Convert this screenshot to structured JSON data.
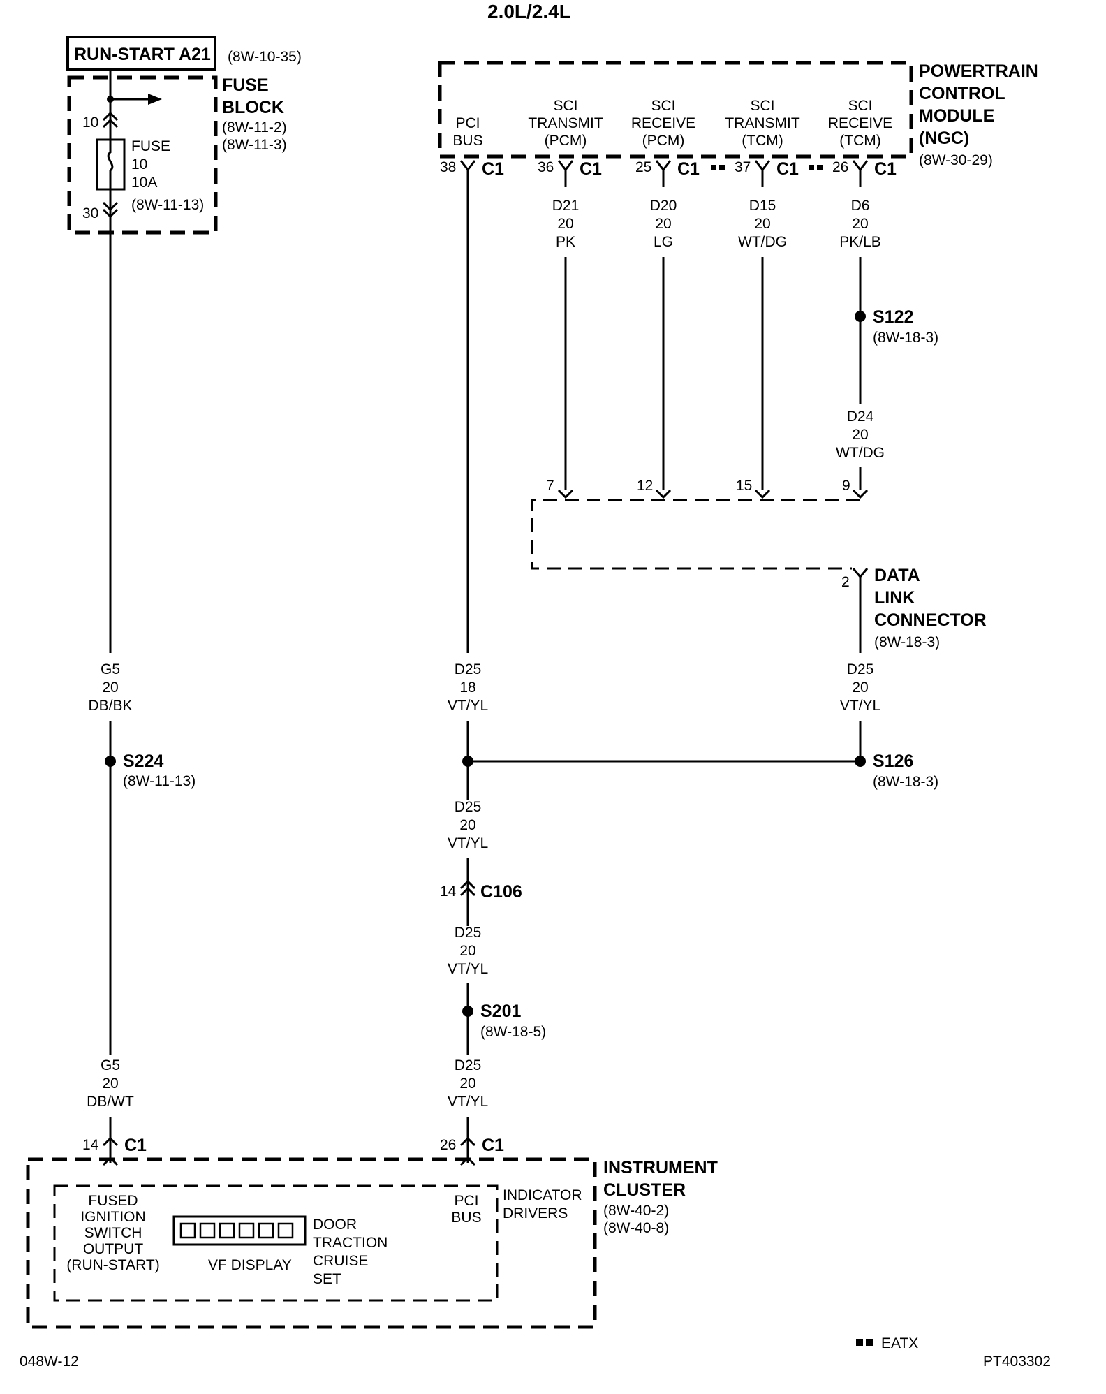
{
  "header": {
    "title": "2.0L/2.4L"
  },
  "fuse_block": {
    "source_label": "RUN-START A21",
    "source_ref": "(8W-10-35)",
    "title_line1": "FUSE",
    "title_line2": "BLOCK",
    "ref1": "(8W-11-2)",
    "ref2": "(8W-11-3)",
    "pin_in": "10",
    "pin_out": "30",
    "fuse_line1": "FUSE",
    "fuse_line2": "10",
    "fuse_line3": "10A",
    "fuse_ref": "(8W-11-13)"
  },
  "pcm": {
    "title_line1": "POWERTRAIN",
    "title_line2": "CONTROL",
    "title_line3": "MODULE",
    "title_line4": "(NGC)",
    "ref": "(8W-30-29)",
    "connector": "C1",
    "pins": [
      {
        "line1": "PCI",
        "line2": "BUS",
        "line3": "",
        "pin": "38",
        "eatx": false
      },
      {
        "line1": "SCI",
        "line2": "TRANSMIT",
        "line3": "(PCM)",
        "pin": "36",
        "eatx": false
      },
      {
        "line1": "SCI",
        "line2": "RECEIVE",
        "line3": "(PCM)",
        "pin": "25",
        "eatx": false
      },
      {
        "line1": "SCI",
        "line2": "TRANSMIT",
        "line3": "(TCM)",
        "pin": "37",
        "eatx": true
      },
      {
        "line1": "SCI",
        "line2": "RECEIVE",
        "line3": "(TCM)",
        "pin": "26",
        "eatx": true
      }
    ]
  },
  "wires": {
    "g5_upper": {
      "circuit": "G5",
      "gauge": "20",
      "color": "DB/BK"
    },
    "g5_lower": {
      "circuit": "G5",
      "gauge": "20",
      "color": "DB/WT"
    },
    "d21": {
      "circuit": "D21",
      "gauge": "20",
      "color": "PK"
    },
    "d20": {
      "circuit": "D20",
      "gauge": "20",
      "color": "LG"
    },
    "d15": {
      "circuit": "D15",
      "gauge": "20",
      "color": "WT/DG"
    },
    "d6": {
      "circuit": "D6",
      "gauge": "20",
      "color": "PK/LB"
    },
    "d24": {
      "circuit": "D24",
      "gauge": "20",
      "color": "WT/DG"
    },
    "d25_pcm": {
      "circuit": "D25",
      "gauge": "18",
      "color": "VT/YL"
    },
    "d25_dlc": {
      "circuit": "D25",
      "gauge": "20",
      "color": "VT/YL"
    },
    "d25_a": {
      "circuit": "D25",
      "gauge": "20",
      "color": "VT/YL"
    },
    "d25_b": {
      "circuit": "D25",
      "gauge": "20",
      "color": "VT/YL"
    },
    "d25_c": {
      "circuit": "D25",
      "gauge": "20",
      "color": "VT/YL"
    }
  },
  "splices": {
    "s122": {
      "name": "S122",
      "ref": "(8W-18-3)"
    },
    "s224": {
      "name": "S224",
      "ref": "(8W-11-13)"
    },
    "s126": {
      "name": "S126",
      "ref": "(8W-18-3)"
    },
    "s201": {
      "name": "S201",
      "ref": "(8W-18-5)"
    }
  },
  "dlc": {
    "pins": [
      "7",
      "12",
      "15",
      "9"
    ],
    "out_pin": "2",
    "title_line1": "DATA",
    "title_line2": "LINK",
    "title_line3": "CONNECTOR",
    "ref": "(8W-18-3)"
  },
  "c106": {
    "name": "C106",
    "pin": "14"
  },
  "cluster": {
    "title_line1": "INSTRUMENT",
    "title_line2": "CLUSTER",
    "ref1": "(8W-40-2)",
    "ref2": "(8W-40-8)",
    "connector": "C1",
    "pin_left": "14",
    "pin_right": "26",
    "fused_line1": "FUSED",
    "fused_line2": "IGNITION",
    "fused_line3": "SWITCH",
    "fused_line4": "OUTPUT",
    "fused_line5": "(RUN-START)",
    "pci_line1": "PCI",
    "pci_line2": "BUS",
    "indicator_line1": "INDICATOR",
    "indicator_line2": "DRIVERS",
    "display_label": "VF DISPLAY",
    "ind_door": "DOOR",
    "ind_traction": "TRACTION",
    "ind_cruise": "CRUISE",
    "ind_set": "SET"
  },
  "footer": {
    "left_code": "048W-12",
    "right_code": "PT403302",
    "legend_label": "EATX"
  }
}
